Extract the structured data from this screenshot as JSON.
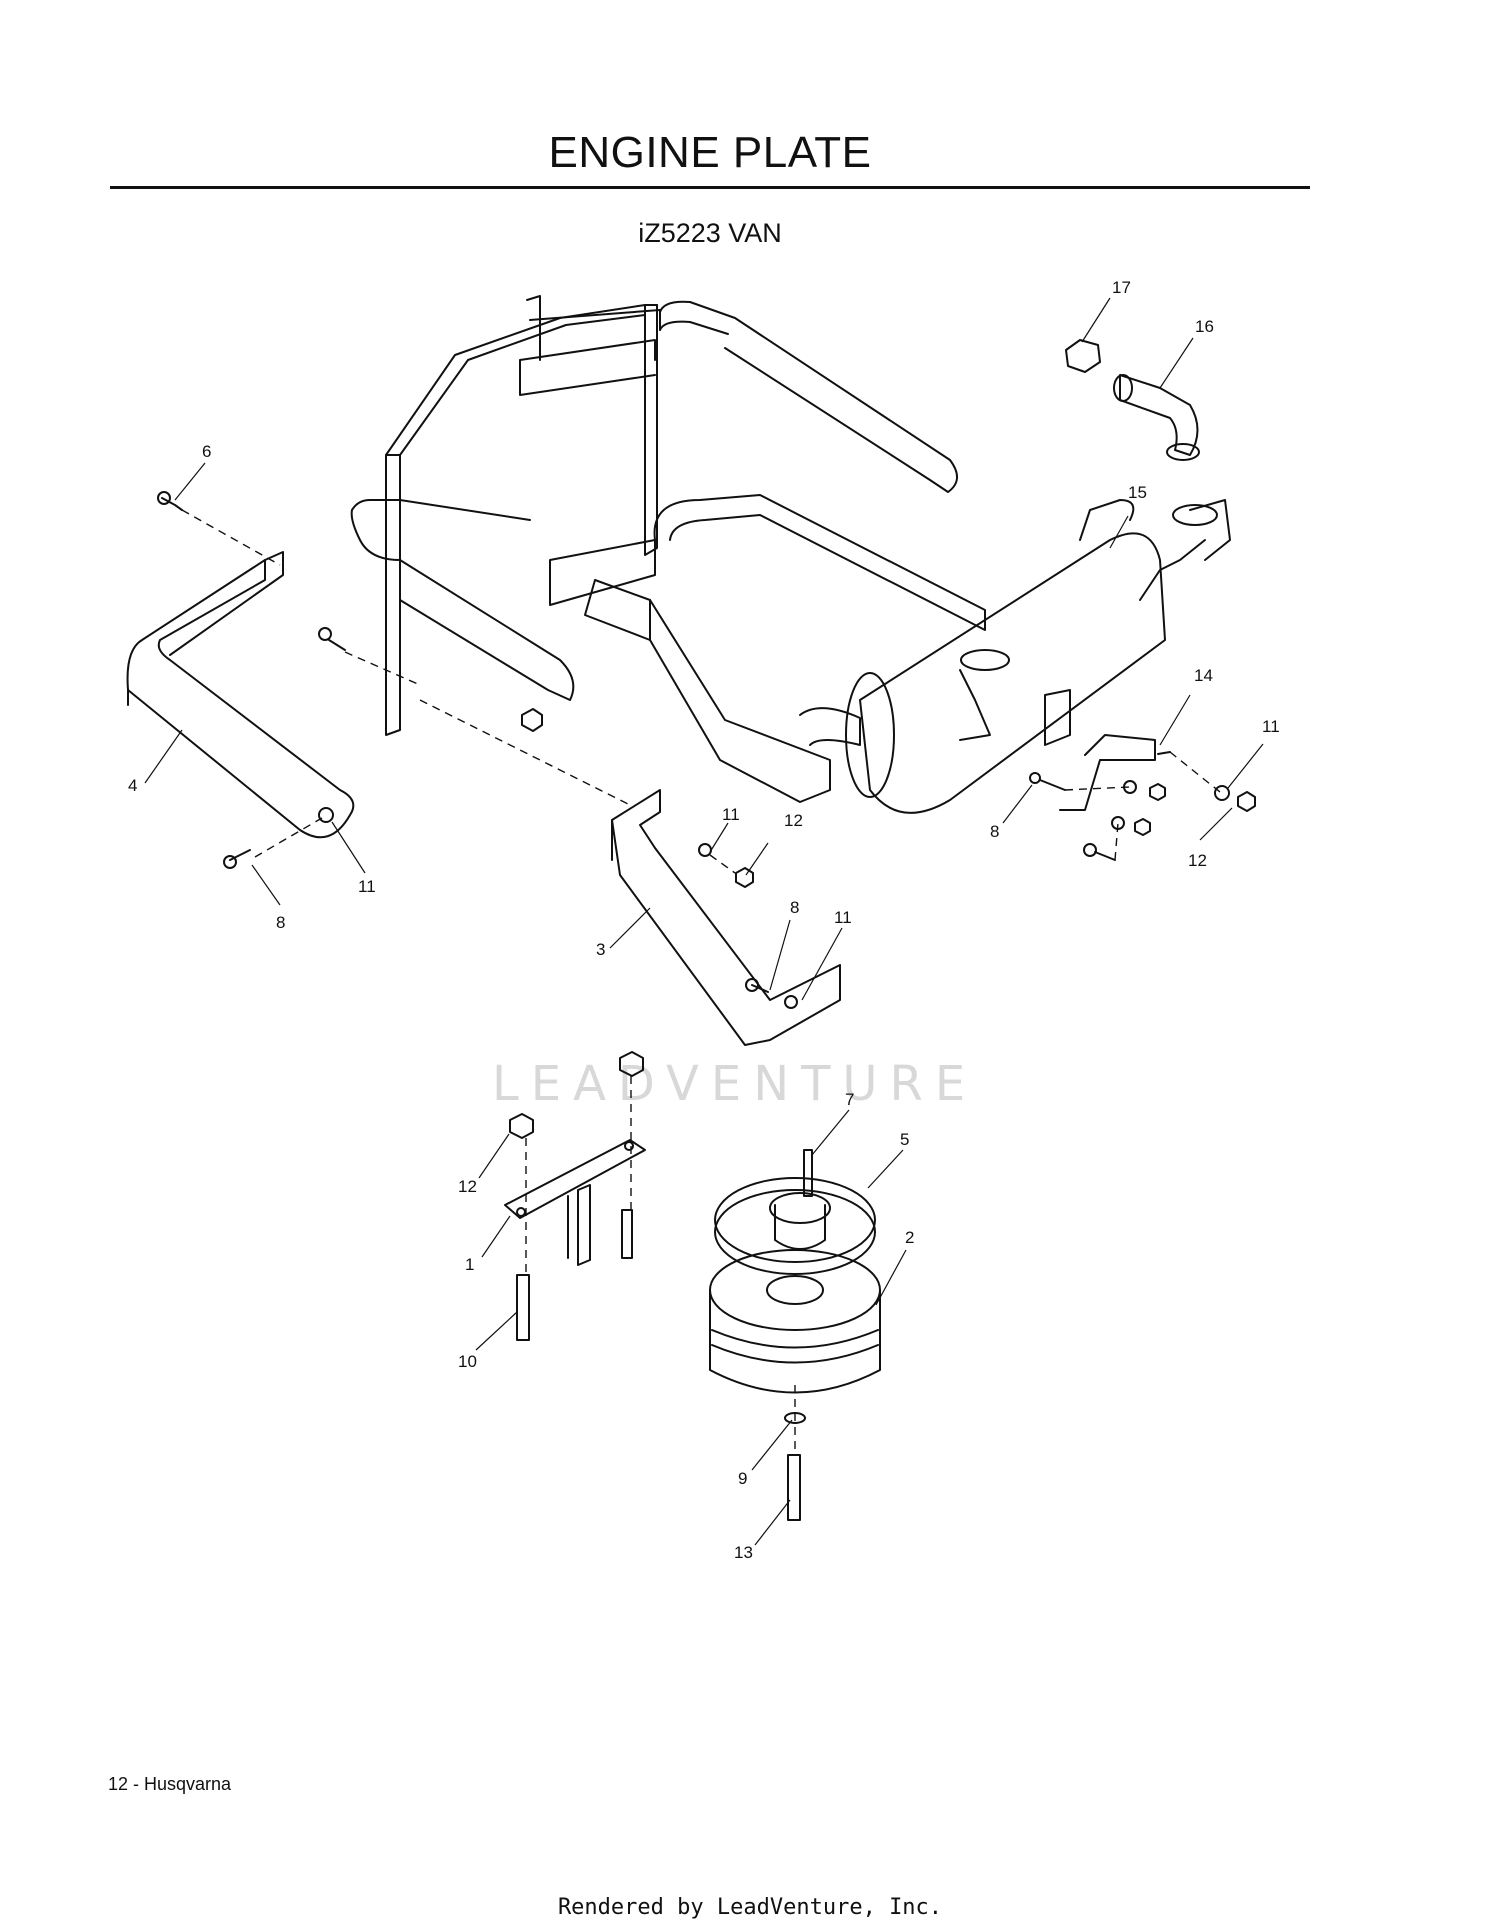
{
  "header": {
    "title": "ENGINE PLATE",
    "subtitle": "iZ5223 VAN"
  },
  "watermark": {
    "text": "LEADVENTURE"
  },
  "callouts": [
    "17",
    "16",
    "6",
    "15",
    "14",
    "11",
    "4",
    "8",
    "12",
    "11",
    "12",
    "8",
    "11",
    "8",
    "11",
    "3",
    "7",
    "5",
    "12",
    "2",
    "1",
    "10",
    "9",
    "13"
  ],
  "footer": {
    "page_label": "12 - Husqvarna",
    "rendered_by": "Rendered by LeadVenture, Inc."
  },
  "colors": {
    "line": "#111111",
    "watermark": "#d8d8d8"
  }
}
